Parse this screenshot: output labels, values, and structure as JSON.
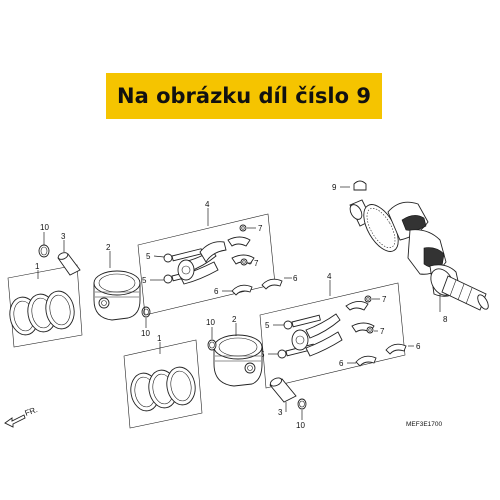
{
  "banner": {
    "text": "Na obrázku díl číslo 9"
  },
  "diagram": {
    "direction_label": "FR.",
    "drawing_code": "MEF3E1700",
    "callouts": {
      "c1a": "1",
      "c1b": "1",
      "c2a": "2",
      "c2b": "2",
      "c3a": "3",
      "c3b": "3",
      "c4a": "4",
      "c4b": "4",
      "c5a": "5",
      "c5b": "5",
      "c5c": "5",
      "c5d": "5",
      "c6a": "6",
      "c6b": "6",
      "c6c": "6",
      "c6d": "6",
      "c7a": "7",
      "c7b": "7",
      "c7c": "7",
      "c7d": "7",
      "c8": "8",
      "c9": "9",
      "c10a": "10",
      "c10b": "10",
      "c10c": "10",
      "c10d": "10"
    }
  }
}
